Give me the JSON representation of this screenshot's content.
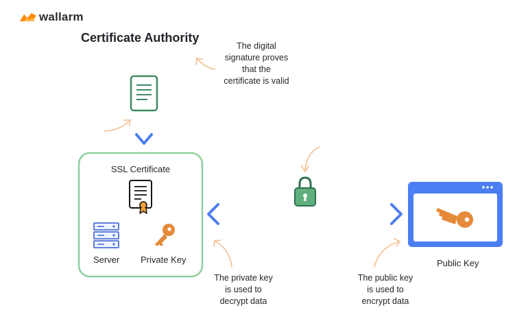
{
  "brand": {
    "name": "wallarm",
    "color": "#ff8a00"
  },
  "diagram": {
    "title": "Certificate Authority",
    "notes": {
      "signature": [
        "The digital",
        "signature proves",
        "that the",
        "certificate is valid"
      ],
      "private": [
        "The private key",
        "is used to",
        "decrypt data"
      ],
      "public": [
        "The public key",
        "is used to",
        "encrypt data"
      ]
    },
    "ssl_certificate": {
      "title": "SSL Certificate",
      "server_label": "Server",
      "private_key_label": "Private Key"
    },
    "public_key_label": "Public Key"
  },
  "icons": {
    "logo": "wallarm-logo-icon",
    "document": "document-icon",
    "certificate": "certificate-icon",
    "server": "server-icon",
    "private_key": "key-icon",
    "lock": "padlock-icon",
    "public_key": "key-icon",
    "browser_menu": "ellipsis-icon"
  },
  "colors": {
    "blue": "#4f7df3",
    "light_blue": "#a9c0f7",
    "green_border": "#8fcf9f",
    "green_doc": "#3d8a63",
    "lock_green": "#5fb07e",
    "key_orange": "#e58a3b",
    "note_arrow": "#f3c69a",
    "browser_blue": "#4a7ef2"
  }
}
